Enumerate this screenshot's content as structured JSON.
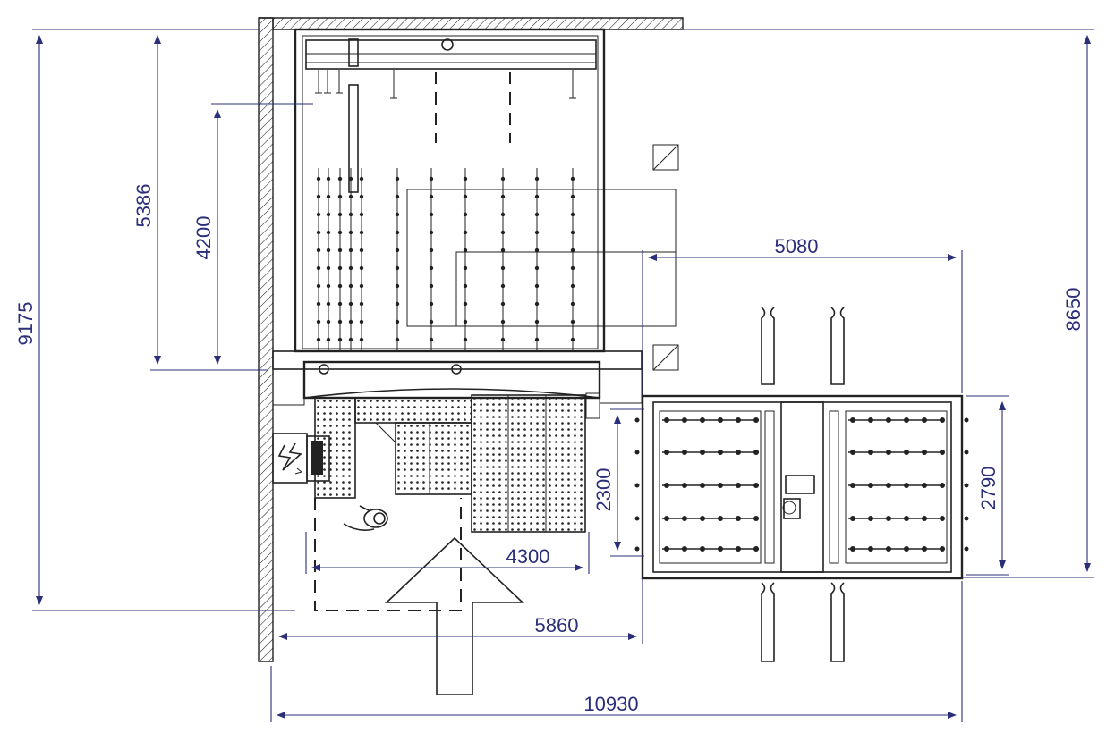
{
  "colors": {
    "dimension": "#2b2f7a",
    "machine": "#222222",
    "background": "#ffffff"
  },
  "dimensions": {
    "total_height": "9175",
    "upper_depth": "5386",
    "inner_depth": "4200",
    "offset_width": "5080",
    "right_height": "8650",
    "table_depth": "2300",
    "table_width": "4300",
    "cart_depth": "2790",
    "front_width": "5860",
    "total_width": "10930"
  },
  "icons": {
    "access_arrow": "up-arrow-icon",
    "operator": "operator-icon",
    "hazard": "lightning-hazard-icon"
  }
}
